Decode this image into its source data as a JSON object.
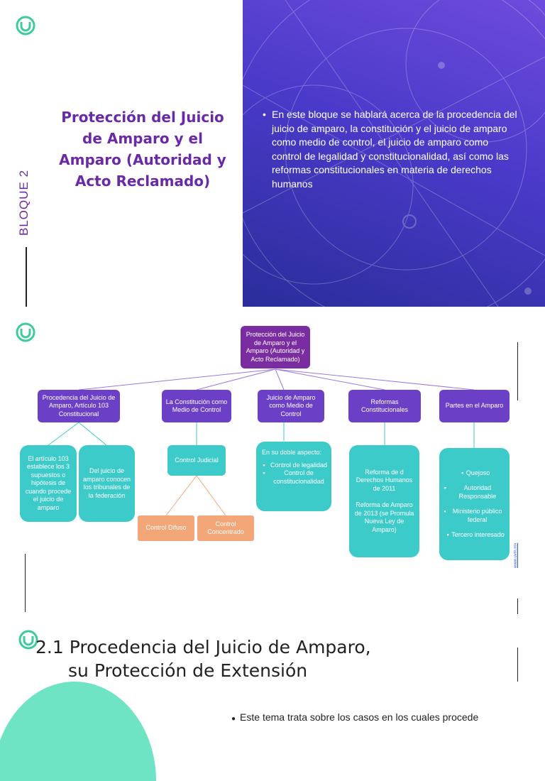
{
  "slide1": {
    "title": "Protección del Juicio de Amparo y el Amparo (Autoridad y Acto Reclamado)",
    "block_label": "BLOQUE 2",
    "panel_text": "En este bloque se hablará acerca de la procedencia del juicio de amparo, la constitución y el juicio de amparo como medio de control, el juicio de amparo como control de legalidad y constitucionalidad, así como las reformas constitucionales en materia de derechos humanos",
    "bullet": "•"
  },
  "diagram": {
    "root": "Protección del Juicio de Amparo y el Amparo (Autoridad y Acto Reclamado)",
    "branches": [
      "Procedencia del Juicio de Amparo, Artículo 103 Constitucional",
      "La Constitución como Medio de Control",
      "Juicio de Amparo como Medio de Control",
      "Reformas Constitucionales",
      "Partes en el Amparo"
    ],
    "art103": "El artículo 103 establece los 3 supuestos o hipótesis de cuando procede el juicio de amparo",
    "tribunales": "Del juicio de amparo conocen los tribunales de la federación",
    "control_judicial": "Control Judicial",
    "control_difuso": "Control Difuso",
    "control_concentrado": "Control Concentrado",
    "doble_aspecto": {
      "heading": "En su doble aspecto:",
      "items": [
        "Control de legalidad",
        "Control de constitucionalidad"
      ]
    },
    "reformas_text": {
      "p1": "Reforma de d Derechos Humanos de 2011",
      "p2": "Reforma de Amparo de 2013 (se Promula Nueva Ley de Amparo)"
    },
    "partes": [
      "Quejoso",
      "Autoridad Responsable",
      "Ministerio público federal",
      "Tercero interesado"
    ],
    "side_link": "www.uvm.mx"
  },
  "slide3": {
    "title_line1": "2.1 Procedencia del Juicio de Amparo,",
    "title_line2": "su Protección de Extensión",
    "bullet_text": "Este tema trata sobre los casos en los cuales procede",
    "bullet": "●"
  }
}
